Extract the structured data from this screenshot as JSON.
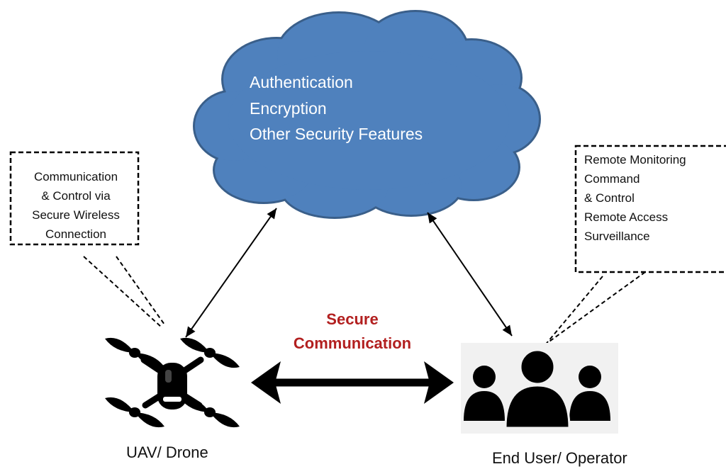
{
  "colors": {
    "cloud_fill": "#4f81bd",
    "cloud_stroke": "#3a5f8a",
    "cloud_text": "#ffffff",
    "center_label": "#b21f1f",
    "arrow": "#000000",
    "people_panel": "#f1f1f1"
  },
  "cloud": {
    "lines": [
      "Authentication",
      "Encryption",
      "Other Security Features"
    ]
  },
  "left_callout": {
    "lines": [
      "Communication",
      "& Control via",
      "Secure Wireless",
      "Connection"
    ]
  },
  "right_callout": {
    "lines": [
      "Remote Monitoring",
      "Command",
      "& Control",
      "Remote Access",
      "Surveillance"
    ]
  },
  "center": {
    "line1": "Secure",
    "line2": "Communication"
  },
  "nodes": {
    "drone": {
      "label": "UAV/ Drone",
      "icon": "drone-icon"
    },
    "operator": {
      "label": "End User/ Operator",
      "icon": "people-icon"
    }
  }
}
